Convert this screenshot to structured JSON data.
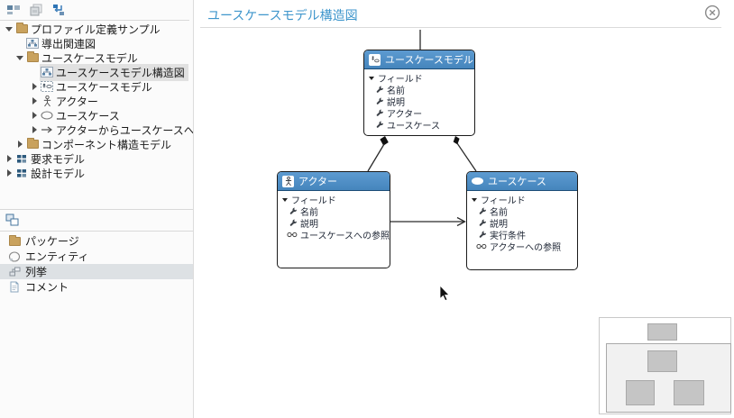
{
  "sidebar": {
    "toolbar_icons": [
      "structure-tree-icon",
      "copy-icon",
      "inheritance-sort-icon"
    ],
    "tree": [
      {
        "label": "プロファイル定義サンプル",
        "icon": "folder",
        "expander": "open",
        "level": 0
      },
      {
        "label": "導出関連図",
        "icon": "diagram",
        "expander": null,
        "level": 1
      },
      {
        "label": "ユースケースモデル",
        "icon": "folder",
        "expander": "open",
        "level": 1
      },
      {
        "label": "ユースケースモデル構造図",
        "icon": "diagram",
        "expander": null,
        "level": 2,
        "selected": true
      },
      {
        "label": "ユースケースモデル",
        "icon": "model",
        "expander": "closed",
        "level": 2
      },
      {
        "label": "アクター",
        "icon": "actor",
        "expander": "closed",
        "level": 2
      },
      {
        "label": "ユースケース",
        "icon": "usecase",
        "expander": "closed",
        "level": 2
      },
      {
        "label": "アクターからユースケースへの参照",
        "icon": "arrow",
        "expander": "closed",
        "level": 2
      },
      {
        "label": "コンポーネント構造モデル",
        "icon": "folder",
        "expander": "closed",
        "level": 1
      },
      {
        "label": "要求モデル",
        "icon": "blocks",
        "expander": "closed",
        "level": 0
      },
      {
        "label": "設計モデル",
        "icon": "blocks",
        "expander": "closed",
        "level": 0
      }
    ],
    "palette": [
      {
        "label": "パッケージ",
        "icon": "package-folder"
      },
      {
        "label": "エンティティ",
        "icon": "entity-ellipse"
      },
      {
        "label": "列挙",
        "icon": "enumeration",
        "selected": true
      },
      {
        "label": "コメント",
        "icon": "comment-note"
      }
    ]
  },
  "canvas": {
    "title": "ユースケースモデル構造図",
    "nodes": [
      {
        "title": "ユースケースモデル",
        "icon": "model-badge",
        "rows": [
          {
            "label": "フィールド",
            "icon": "expander-open"
          },
          {
            "label": "名前",
            "icon": "wrench"
          },
          {
            "label": "説明",
            "icon": "wrench"
          },
          {
            "label": "アクター",
            "icon": "wrench"
          },
          {
            "label": "ユースケース",
            "icon": "wrench"
          }
        ]
      },
      {
        "title": "アクター",
        "icon": "actor-badge",
        "rows": [
          {
            "label": "フィールド",
            "icon": "expander-open"
          },
          {
            "label": "名前",
            "icon": "wrench"
          },
          {
            "label": "説明",
            "icon": "wrench"
          },
          {
            "label": "ユースケースへの参照",
            "icon": "reference-glasses"
          }
        ]
      },
      {
        "title": "ユースケース",
        "icon": "usecase-ellipse",
        "rows": [
          {
            "label": "フィールド",
            "icon": "expander-open"
          },
          {
            "label": "名前",
            "icon": "wrench"
          },
          {
            "label": "説明",
            "icon": "wrench"
          },
          {
            "label": "実行条件",
            "icon": "wrench"
          },
          {
            "label": "アクターへの参照",
            "icon": "reference-glasses"
          }
        ]
      }
    ],
    "connections": [
      {
        "from": "ユースケースモデル",
        "to": "アクター",
        "type": "composition"
      },
      {
        "from": "ユースケースモデル",
        "to": "ユースケース",
        "type": "composition"
      },
      {
        "from": "アクター",
        "to": "ユースケース",
        "type": "arrow"
      },
      {
        "from": "(off-screen)",
        "to": "ユースケースモデル",
        "type": "line"
      }
    ]
  },
  "colors": {
    "accent_title": "#3f96cc",
    "node_header": "#4e92c8",
    "tree_selected_bg": "#e1e1e1",
    "palette_selected_bg": "#dde1e4",
    "minimap_rect": "#c5c5c5"
  }
}
